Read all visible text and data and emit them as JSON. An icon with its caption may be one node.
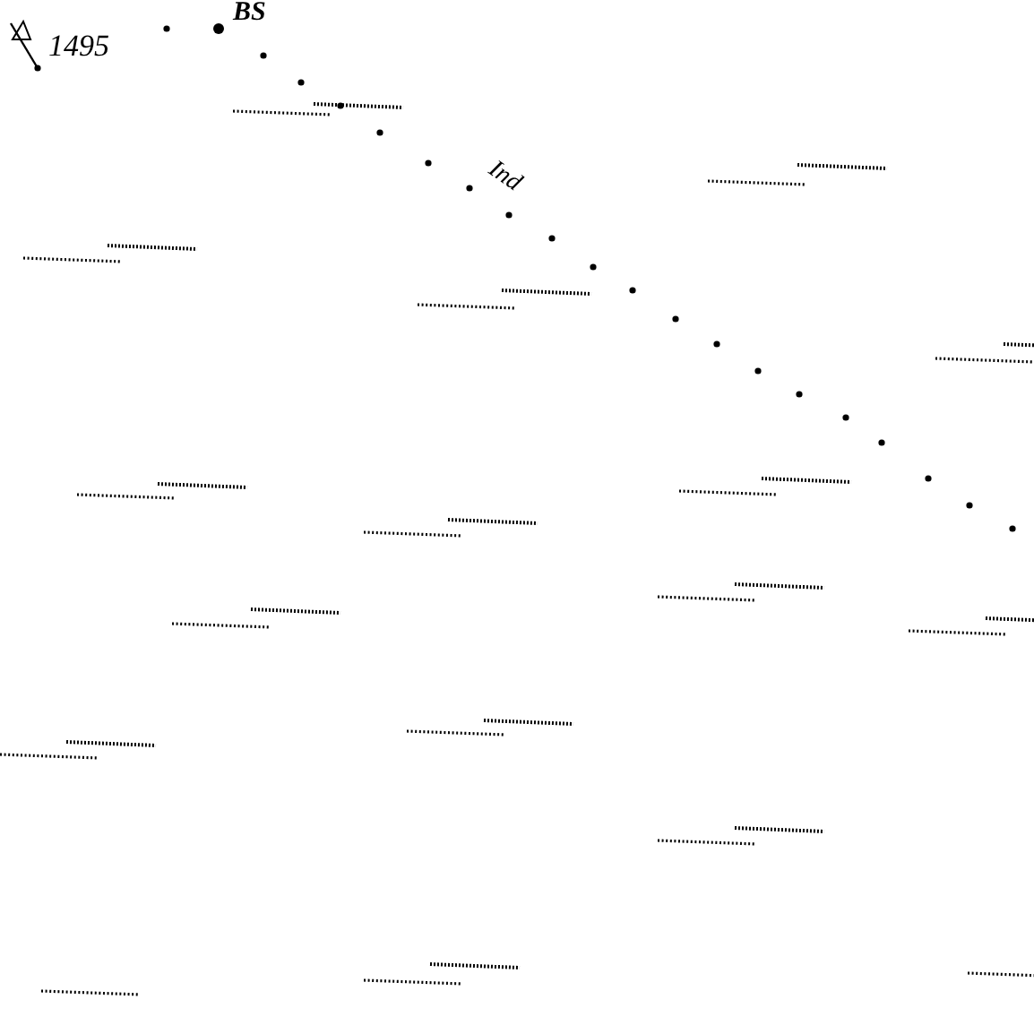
{
  "diagram": {
    "labels": [
      "1495",
      "BS",
      "Ind"
    ]
  }
}
